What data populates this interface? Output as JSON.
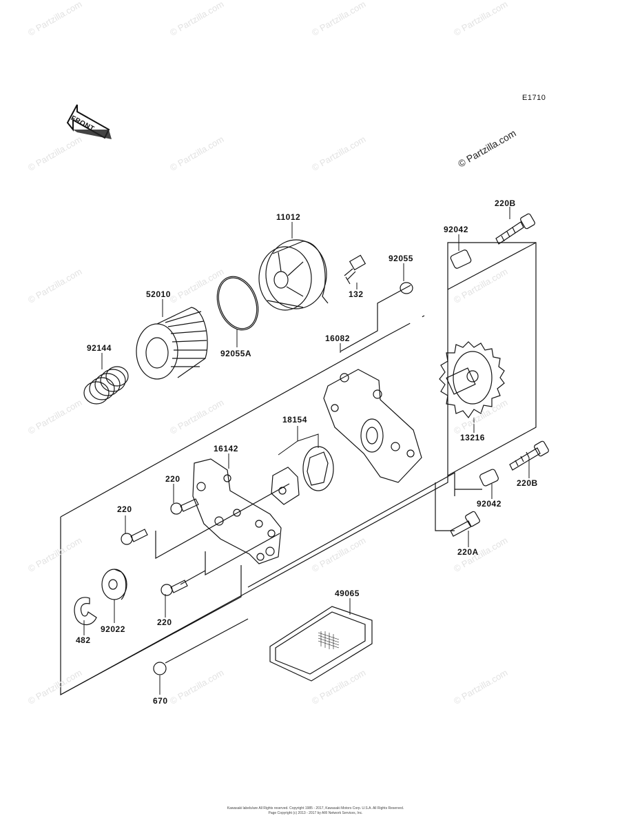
{
  "diagram_code": "E1710",
  "front_label": "FRONT",
  "watermark": "© Partzilla.com",
  "parts": {
    "p11012": "11012",
    "p52010": "52010",
    "p92055A": "92055A",
    "p92144": "92144",
    "p132": "132",
    "p92055": "92055",
    "p92042_top": "92042",
    "p220B_top": "220B",
    "p16082": "16082",
    "p13216": "13216",
    "p18154": "18154",
    "p16142": "16142",
    "p220_a": "220",
    "p220_b": "220",
    "p220_c": "220",
    "p220B_bottom": "220B",
    "p92042_bottom": "92042",
    "p220A": "220A",
    "p482": "482",
    "p92022": "92022",
    "p49065": "49065",
    "p670": "670"
  },
  "footer": {
    "line1": "Kawasaki labels/are All Rights reserved. Copyright 1985 - 2017, Kawasaki Motors Corp. U.S.A. All Rights Reserved.",
    "line2": "Page Copyright (c) 2013 - 2017 by ARI Network Services, Inc."
  }
}
